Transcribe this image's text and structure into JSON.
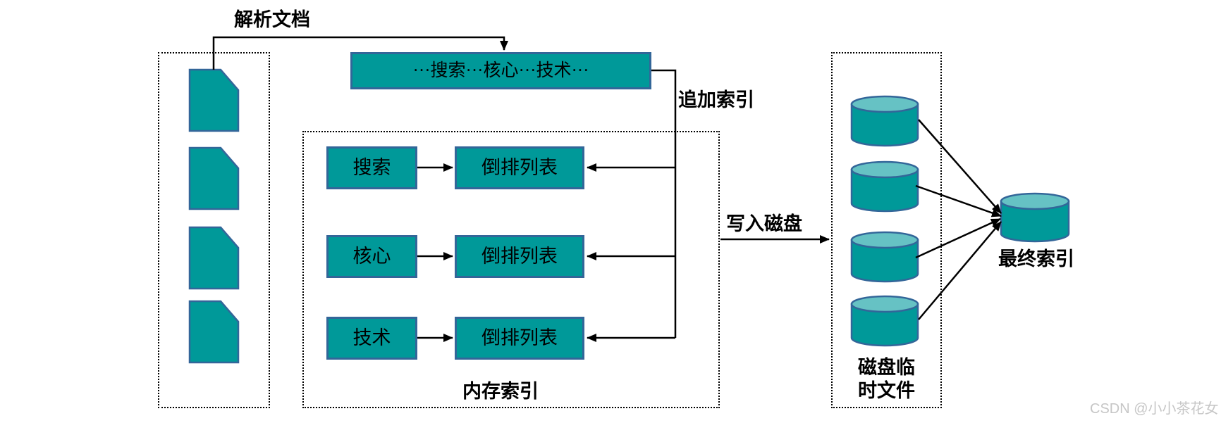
{
  "colors": {
    "shape_fill": "#009999",
    "shape_border": "#336699",
    "cylinder_top": "#66c2c4",
    "line": "#000000",
    "watermark": "#c6c6c6"
  },
  "labels": {
    "parse": "解析文档",
    "append": "追加索引",
    "write": "写入磁盘",
    "memory": "内存索引",
    "disk_line1": "磁盘临",
    "disk_line2": "时文件",
    "final": "最终索引"
  },
  "top_box": {
    "text": "···搜索···核心···技术···"
  },
  "memory_index": {
    "rows": [
      {
        "term": "搜索",
        "list": "倒排列表"
      },
      {
        "term": "核心",
        "list": "倒排列表"
      },
      {
        "term": "技术",
        "list": "倒排列表"
      }
    ]
  },
  "documents": {
    "count": 4
  },
  "disk_cylinders": {
    "count": 4
  },
  "watermark": "CSDN @小小茶花女"
}
